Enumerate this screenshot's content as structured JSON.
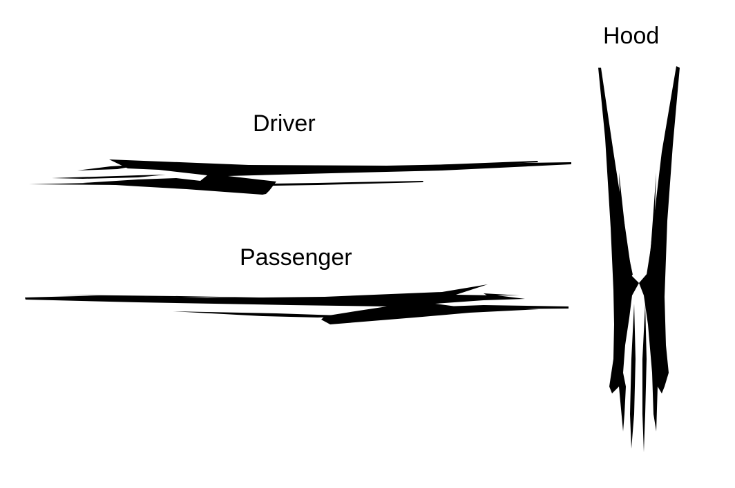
{
  "labels": {
    "driver": "Driver",
    "passenger": "Passenger",
    "hood": "Hood"
  },
  "colors": {
    "background": "#ffffff",
    "ink": "#000000"
  }
}
